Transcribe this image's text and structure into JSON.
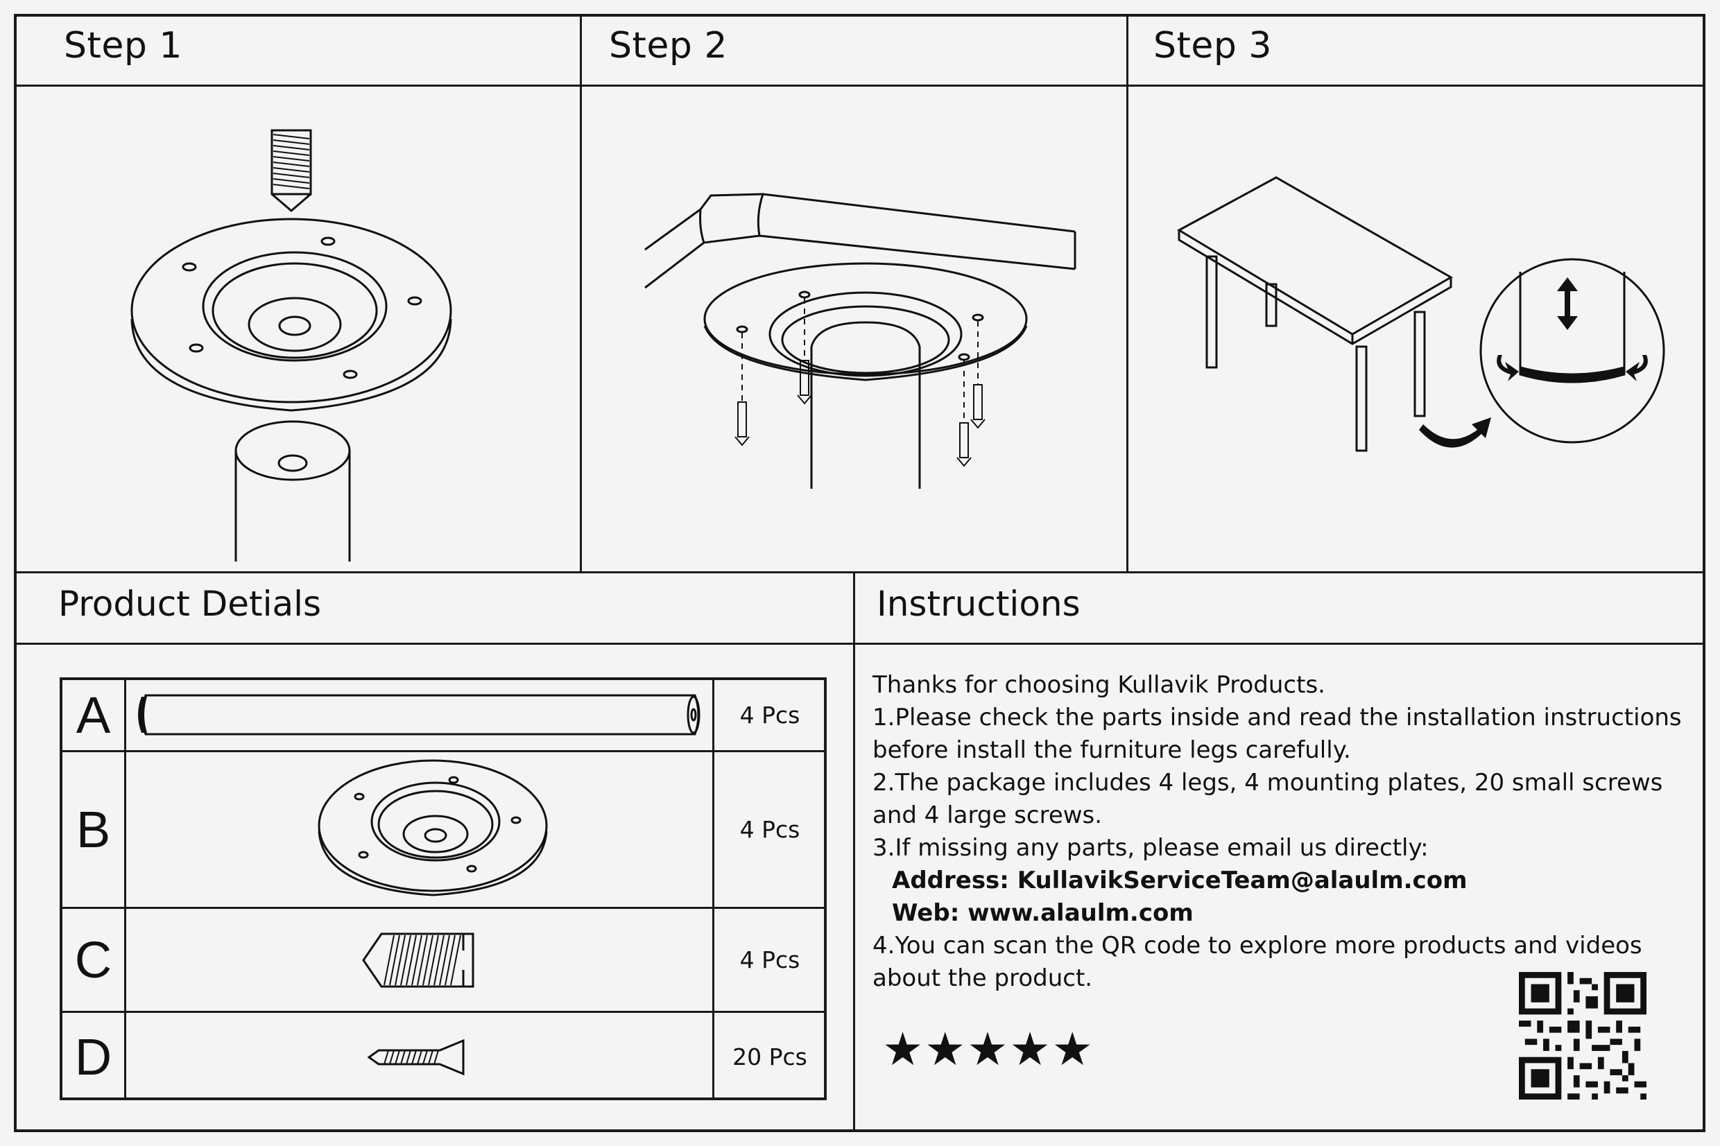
{
  "steps": [
    {
      "title": "Step 1"
    },
    {
      "title": "Step 2"
    },
    {
      "title": "Step 3"
    }
  ],
  "product_details": {
    "title": "Product Detials",
    "parts": [
      {
        "letter": "A",
        "qty": "4 Pcs"
      },
      {
        "letter": "B",
        "qty": "4 Pcs"
      },
      {
        "letter": "C",
        "qty": "4 Pcs"
      },
      {
        "letter": "D",
        "qty": "20 Pcs"
      }
    ]
  },
  "instructions": {
    "title": "Instructions",
    "lines": [
      "Thanks for choosing Kullavik Products.",
      "1.Please check the parts inside and read the installation instructions",
      "before install the furniture legs carefully.",
      "2.The package includes 4 legs, 4 mounting plates, 20 small screws",
      "and 4 large screws.",
      "3.If missing any parts, please email us directly:"
    ],
    "address": "Address: KullavikServiceTeam@alaulm.com",
    "web": "Web: www.alaulm.com",
    "lines2": [
      "4.You can scan the QR code to explore more products and videos",
      "about the product."
    ],
    "stars": "★★★★★",
    "rating": 5
  },
  "colors": {
    "line": "#1a1a1a",
    "background": "#f4f4f4"
  }
}
